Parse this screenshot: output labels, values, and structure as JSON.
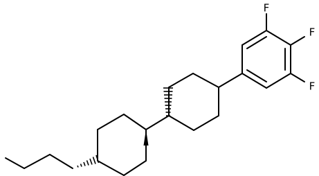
{
  "molecule": {
    "atom_labels": [
      "F",
      "F",
      "F"
    ],
    "line_color": "#000000",
    "background": "#ffffff"
  }
}
